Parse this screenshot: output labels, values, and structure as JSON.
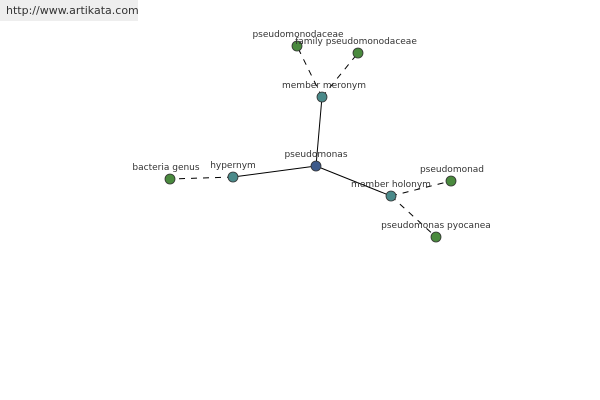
{
  "watermark": "http://www.artikata.com",
  "colors": {
    "center": "#3d5a8a",
    "relation": "#4a8a8a",
    "leaf": "#4a8a3e"
  },
  "nodes": [
    {
      "id": "center",
      "label": "pseudomonas",
      "kind": "center"
    },
    {
      "id": "member-meronym",
      "label": "member meronym",
      "kind": "relation"
    },
    {
      "id": "hypernym",
      "label": "hypernym",
      "kind": "relation"
    },
    {
      "id": "member-holonym",
      "label": "member holonym",
      "kind": "relation"
    },
    {
      "id": "pseudomonodaceae",
      "label": "pseudomonodaceae",
      "kind": "leaf"
    },
    {
      "id": "family-pseudomonodaceae",
      "label": "family pseudomonodaceae",
      "kind": "leaf"
    },
    {
      "id": "bacteria-genus",
      "label": "bacteria genus",
      "kind": "leaf"
    },
    {
      "id": "pseudomonad",
      "label": "pseudomonad",
      "kind": "leaf"
    },
    {
      "id": "pseudomonas-pyocanea",
      "label": "pseudomonas pyocanea",
      "kind": "leaf"
    }
  ],
  "edges": [
    {
      "from": "center",
      "to": "member-meronym",
      "style": "solid"
    },
    {
      "from": "center",
      "to": "hypernym",
      "style": "solid"
    },
    {
      "from": "center",
      "to": "member-holonym",
      "style": "solid"
    },
    {
      "from": "member-meronym",
      "to": "pseudomonodaceae",
      "style": "dashed"
    },
    {
      "from": "member-meronym",
      "to": "family-pseudomonodaceae",
      "style": "dashed"
    },
    {
      "from": "hypernym",
      "to": "bacteria-genus",
      "style": "dashed"
    },
    {
      "from": "member-holonym",
      "to": "pseudomonad",
      "style": "dashed"
    },
    {
      "from": "member-holonym",
      "to": "pseudomonas-pyocanea",
      "style": "dashed"
    }
  ]
}
